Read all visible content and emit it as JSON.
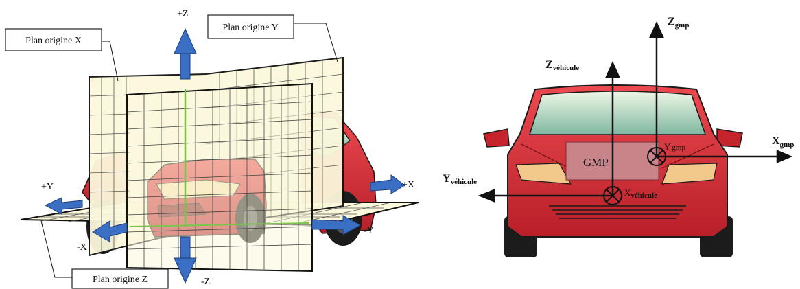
{
  "left_diagram": {
    "callouts": {
      "plan_x": "Plan origine X",
      "plan_y": "Plan origine Y",
      "plan_z": "Plan origine Z"
    },
    "axes": {
      "pos_z": "+Z",
      "neg_z": "-Z",
      "pos_y": "+Y",
      "neg_y": "-Y",
      "pos_x": "+X",
      "neg_x": "-X"
    }
  },
  "right_diagram": {
    "z_vehicule": {
      "main": "Z",
      "sub": "véhicule"
    },
    "z_gmp": {
      "main": "Z",
      "sub": "gmp"
    },
    "x_gmp": {
      "main": "X",
      "sub": "gmp"
    },
    "y_vehicule": {
      "main": "Y",
      "sub": "véhicule"
    },
    "y_gmp": {
      "main": "Y",
      "sub": "gmp"
    },
    "x_vehicule": {
      "main": "X",
      "sub": "véhicule"
    },
    "gmp_box": "GMP"
  },
  "colors": {
    "car_red": "#d8333a",
    "axis_blue": "#3a6fc4",
    "plane_fill": "#fbf8dc",
    "grid_line": "#555555",
    "engine_box": "#c9848a"
  }
}
